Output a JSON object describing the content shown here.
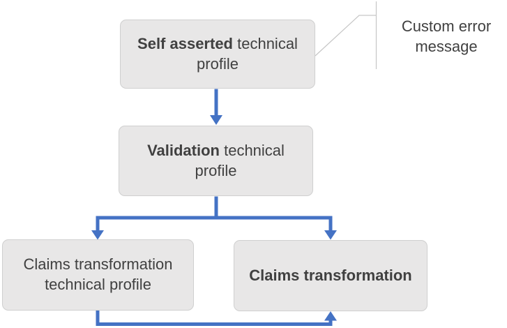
{
  "diagram": {
    "boxes": [
      {
        "id": "self-asserted",
        "bold": "Self asserted",
        "rest": " technical profile"
      },
      {
        "id": "validation",
        "bold": "Validation",
        "rest": " technical profile"
      },
      {
        "id": "claims-transformation-technical-profile",
        "bold": "",
        "rest": "Claims transformation technical profile"
      },
      {
        "id": "claims-transformation",
        "bold": "Claims transformation",
        "rest": ""
      }
    ],
    "callout": {
      "label": "Custom error message"
    },
    "connectors": [
      {
        "from": "self-asserted",
        "to": "validation",
        "type": "arrow-down"
      },
      {
        "from": "validation",
        "to": "claims-transformation-technical-profile",
        "type": "branch-arrow-down"
      },
      {
        "from": "validation",
        "to": "claims-transformation",
        "type": "branch-arrow-down"
      },
      {
        "from": "claims-transformation-technical-profile",
        "to": "claims-transformation",
        "type": "elbow-arrow-up"
      }
    ]
  },
  "theme": {
    "background": "#ffffff",
    "arrow_color": "#4472c4",
    "box_fill": "#e8e7e7",
    "box_border": "#cfcfcf",
    "text_color": "#404040",
    "callout_line_color": "#c6c6c6"
  }
}
